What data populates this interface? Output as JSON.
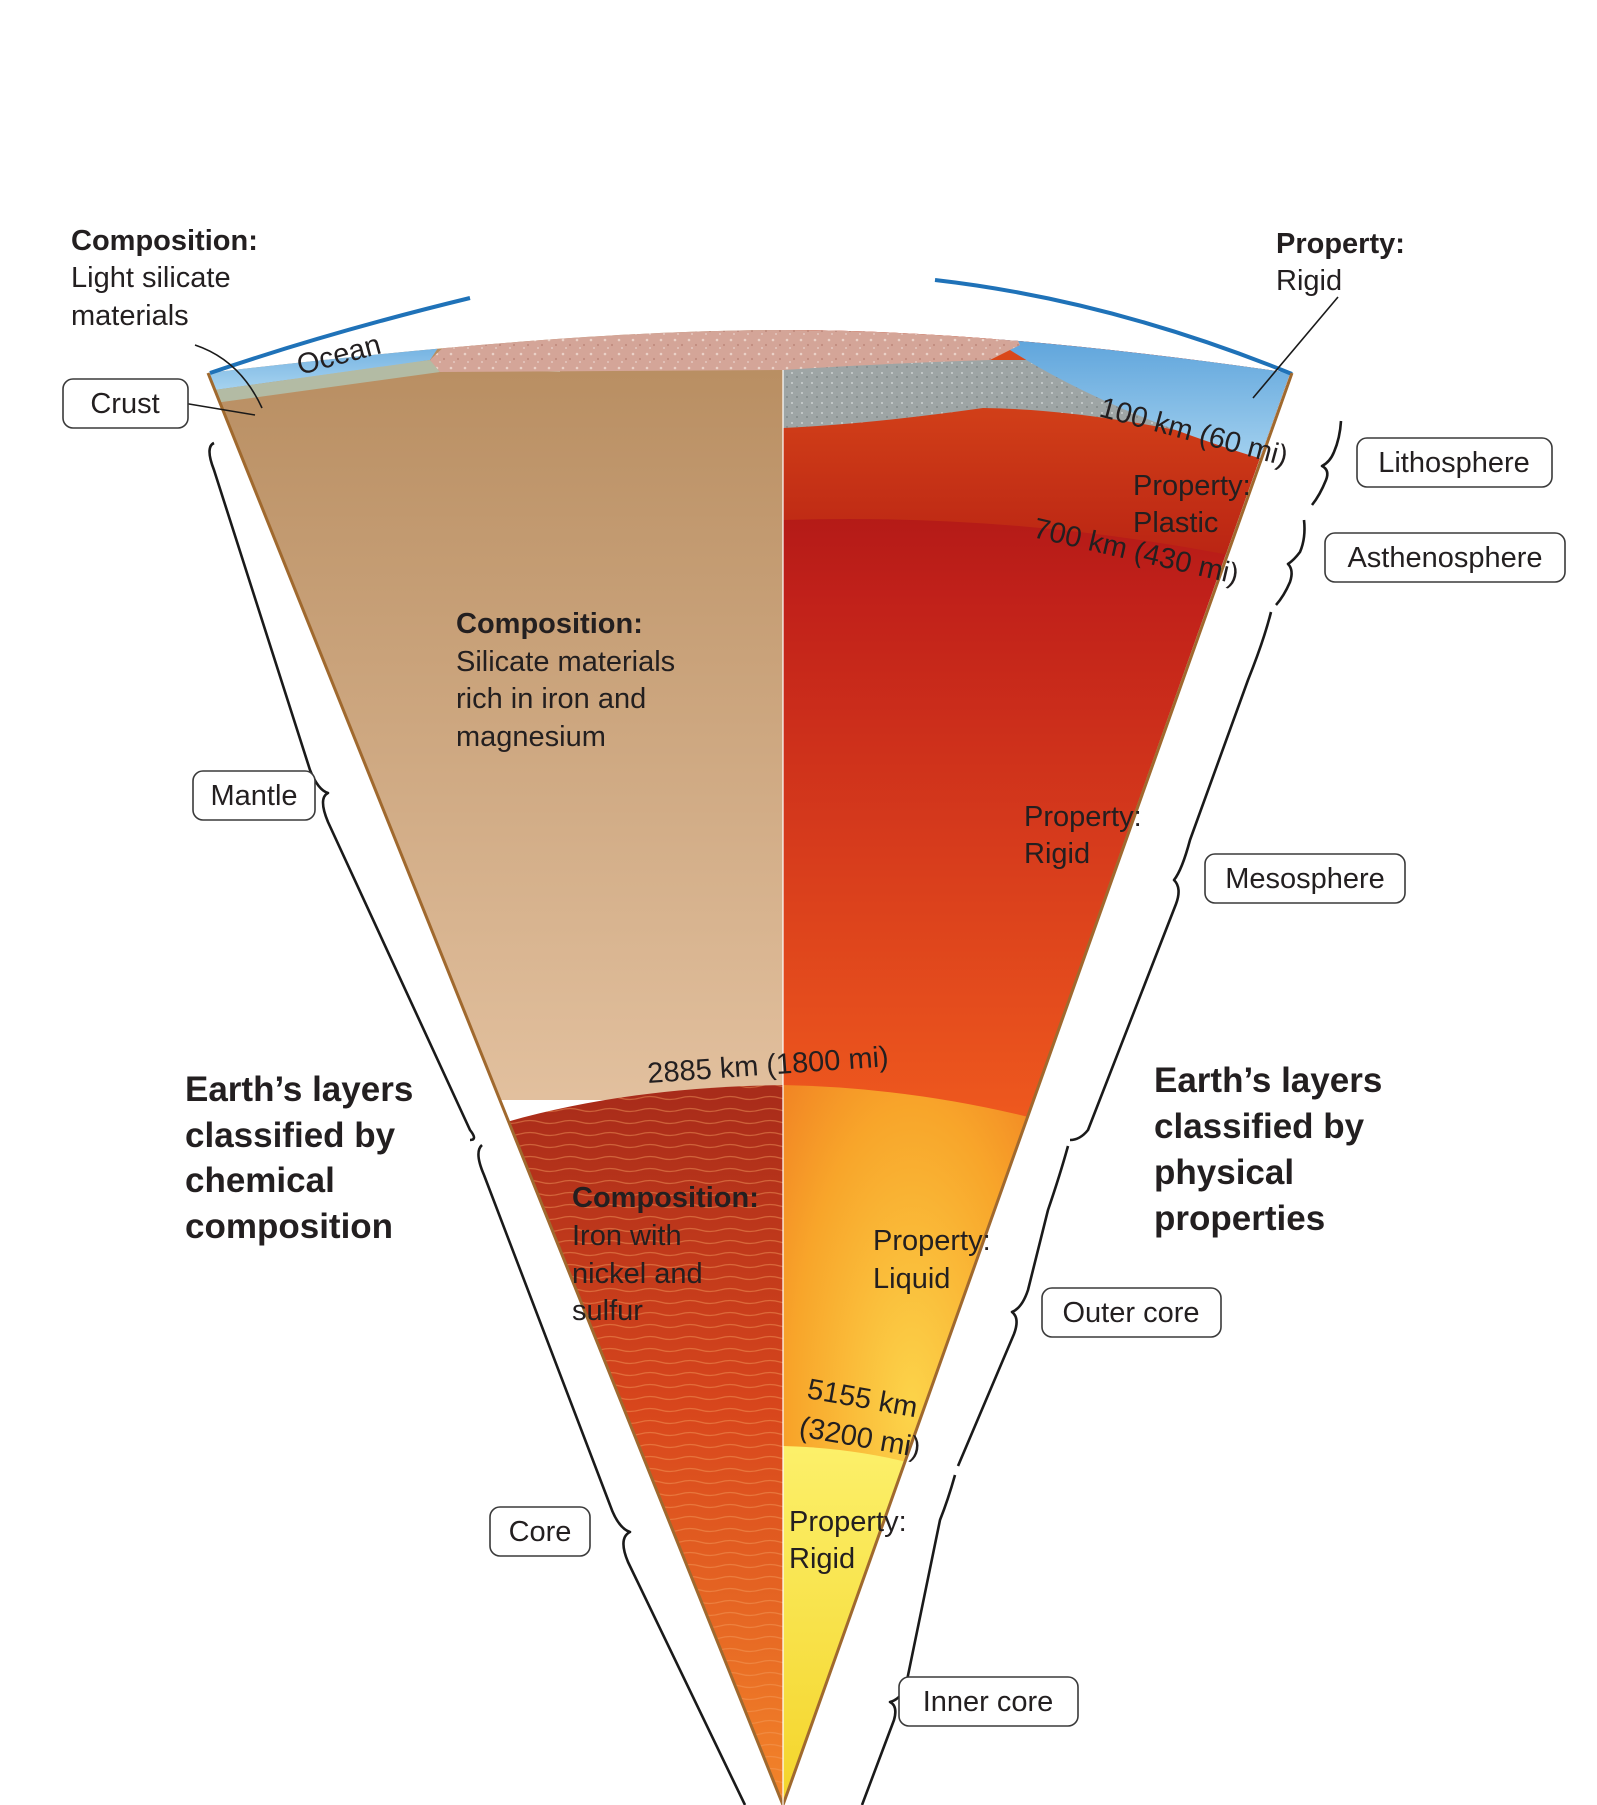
{
  "colors": {
    "ocean": "#5aa7dc",
    "ocean_edge": "#1f72b8",
    "crust_oceanic": "#b3bba4",
    "continent": "#d4a598",
    "mantle_chem_top": "#b58a5d",
    "mantle_chem_bottom": "#e2c09e",
    "core_chem": "#cc3f1c",
    "lithosphere": "#9ea5a5",
    "asthenosphere": "#cf3318",
    "mesosphere_top": "#9a0e10",
    "mesosphere_bottom": "#f15a1d",
    "outer_core": "#f9a825",
    "inner_core": "#fde640"
  },
  "left": {
    "crust_note": {
      "heading": "Composition:",
      "line1": "Light silicate",
      "line2": "materials"
    },
    "ocean_label": "Ocean",
    "crust_label": "Crust",
    "mantle_label": "Mantle",
    "core_label": "Core",
    "mantle_note": {
      "heading": "Composition:",
      "line1": "Silicate materials",
      "line2": "rich in iron and",
      "line3": "magnesium"
    },
    "core_note": {
      "heading": "Composition:",
      "line1": "Iron with",
      "line2": "nickel and",
      "line3": "sulfur"
    },
    "title": {
      "line1": "Earth’s layers",
      "line2": "classified by",
      "line3": "chemical",
      "line4": "composition"
    }
  },
  "right": {
    "top_note": {
      "heading": "Property:",
      "line1": "Rigid"
    },
    "lithosphere_label": "Lithosphere",
    "asthenosphere_label": "Asthenosphere",
    "mesosphere_label": "Mesosphere",
    "outer_core_label": "Outer core",
    "inner_core_label": "Inner core",
    "asthenosphere_note": {
      "line1": "Property:",
      "line2": "Plastic"
    },
    "mesosphere_note": {
      "line1": "Property:",
      "line2": "Rigid"
    },
    "outer_core_note": {
      "line1": "Property:",
      "line2": "Liquid"
    },
    "inner_core_note": {
      "line1": "Property:",
      "line2": "Rigid"
    },
    "title": {
      "line1": "Earth’s layers",
      "line2": "classified by",
      "line3": "physical",
      "line4": "properties"
    }
  },
  "depths": {
    "d100": "100 km (60 mi)",
    "d700": "700 km (430 mi)",
    "d2885": "2885 km (1800 mi)",
    "d5155_line1": "5155 km",
    "d5155_line2": "(3200 mi)"
  }
}
